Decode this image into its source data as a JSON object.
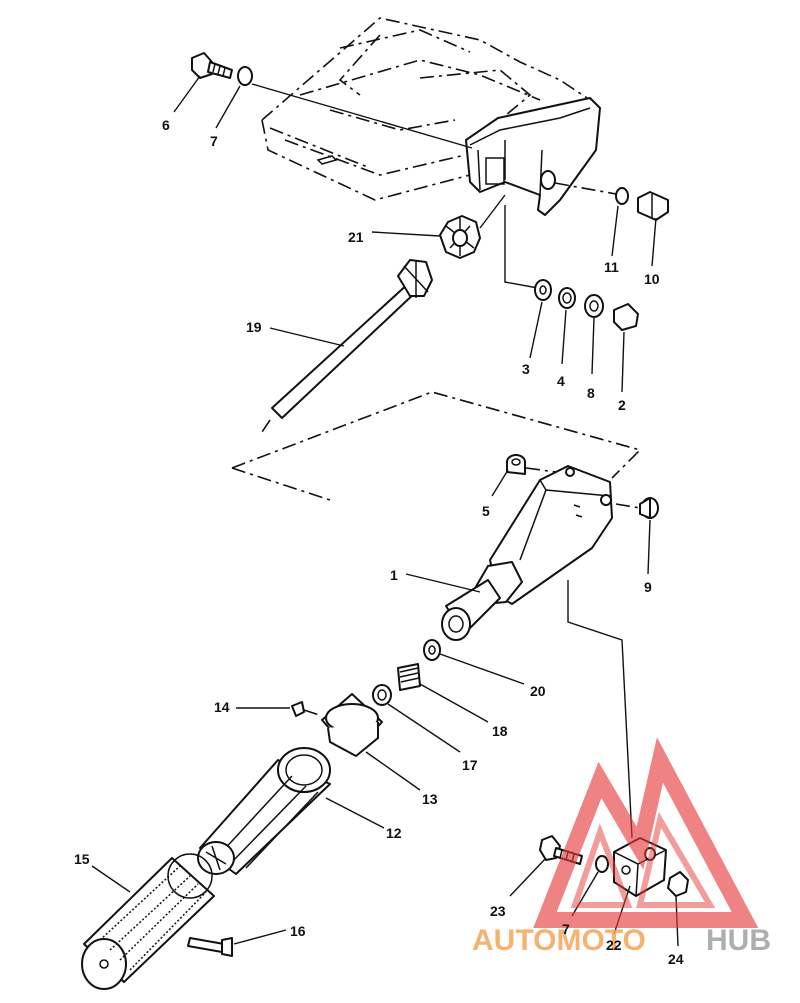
{
  "callouts": {
    "n1": "1",
    "n2": "2",
    "n3": "3",
    "n4": "4",
    "n5": "5",
    "n6": "6",
    "n7a": "7",
    "n7b": "7",
    "n8": "8",
    "n9": "9",
    "n10": "10",
    "n11": "11",
    "n12": "12",
    "n13": "13",
    "n14": "14",
    "n15": "15",
    "n16": "16",
    "n17": "17",
    "n18": "18",
    "n19": "19",
    "n20": "20",
    "n21": "21",
    "n22": "22",
    "n23": "23",
    "n24": "24"
  },
  "watermark": {
    "part1": "AUTOMOTO",
    "part2": "HUB",
    "color_orange": "#f4a65a",
    "color_gray": "#a0a0a0",
    "color_red": "#e53c3c"
  }
}
